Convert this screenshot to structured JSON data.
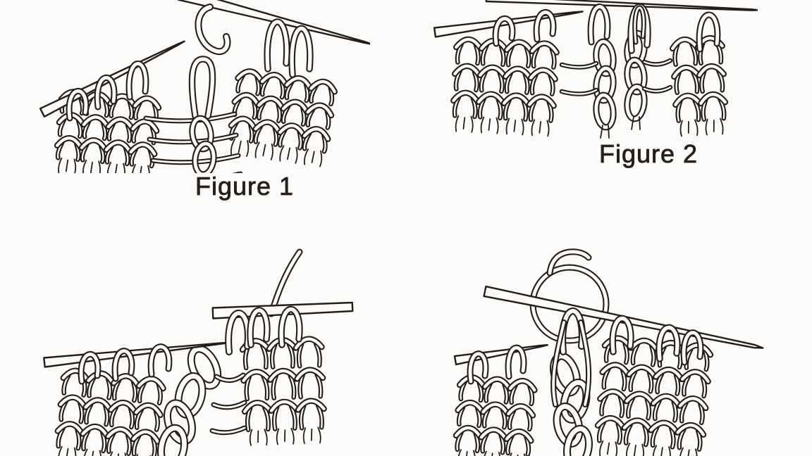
{
  "colors": {
    "paper": "#fcfbf9",
    "ink": "#221e1a"
  },
  "figures": [
    {
      "name": "knitting-diagram-dropped-stitch-ladder",
      "label": "Figure 1"
    },
    {
      "name": "knitting-diagram-repaired-stitch-column",
      "label": "Figure 2"
    },
    {
      "name": "knitting-diagram-picking-up-dropped-stitch",
      "label": ""
    },
    {
      "name": "knitting-diagram-yarn-loop-over-needle",
      "label": ""
    }
  ]
}
